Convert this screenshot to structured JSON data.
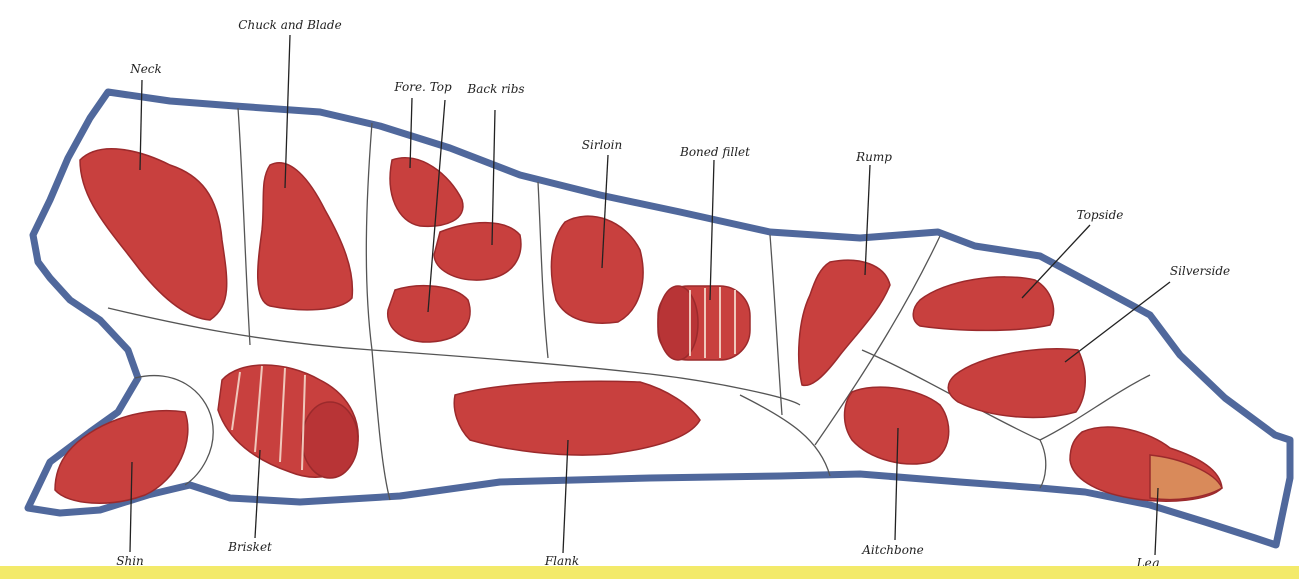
{
  "colors": {
    "outline": "#50689c",
    "divider": "#555555",
    "meat": "#c8403e",
    "meat_dark": "#9b2a2c",
    "fat": "#f0c7bb",
    "bottom_bar": "#f3ea6a"
  },
  "labels": {
    "neck": "Neck",
    "chuck_and_blade": "Chuck and Blade",
    "fore_top": "Fore. Top",
    "back_ribs": "Back ribs",
    "sirloin": "Sirloin",
    "boned_fillet": "Boned fillet",
    "rump": "Rump",
    "topside": "Topside",
    "silverside": "Silverside",
    "shin": "Shin",
    "brisket": "Brisket",
    "flank": "Flank",
    "aitchbone": "Aitchbone",
    "leg": "Leg"
  }
}
